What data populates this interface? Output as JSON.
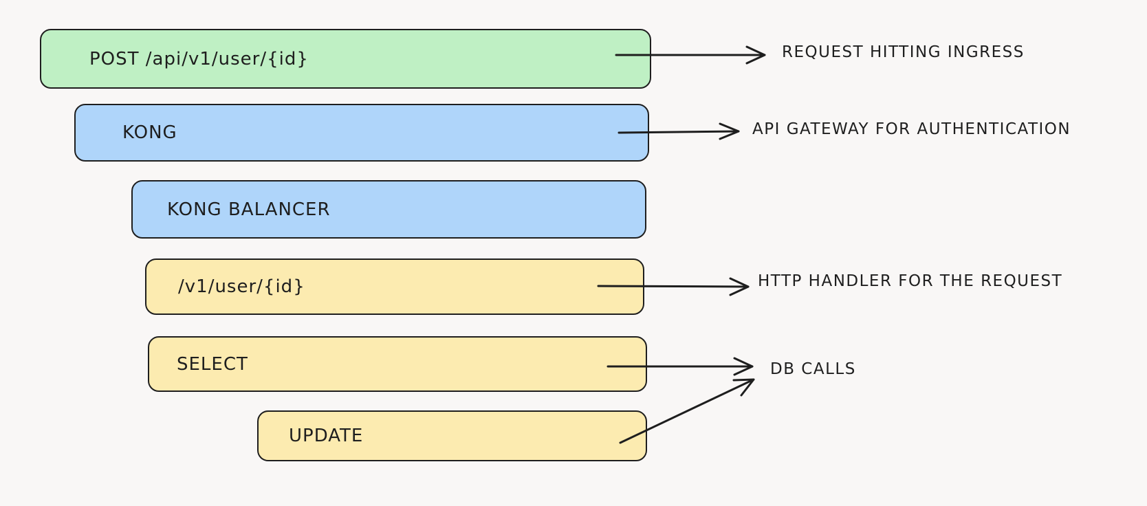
{
  "layers": [
    {
      "id": "ingress",
      "label": "POST /api/v1/user/{id}",
      "color": "#bff0c4"
    },
    {
      "id": "kong",
      "label": "KONG",
      "color": "#afd5fa"
    },
    {
      "id": "kong-balancer",
      "label": "KONG BALANCER",
      "color": "#afd5fa"
    },
    {
      "id": "handler",
      "label": "/v1/user/{id}",
      "color": "#fcebb0"
    },
    {
      "id": "select",
      "label": "SELECT",
      "color": "#fcebb0"
    },
    {
      "id": "update",
      "label": "UPDATE",
      "color": "#fcebb0"
    }
  ],
  "annotations": {
    "ingress": "REQUEST HITTING INGRESS",
    "gateway": "API GATEWAY FOR AUTHENTICATION",
    "handler": "HTTP HANDLER FOR THE REQUEST",
    "db": "DB CALLS"
  },
  "colors": {
    "stroke": "#1e1e1e",
    "background": "#f9f7f6"
  }
}
